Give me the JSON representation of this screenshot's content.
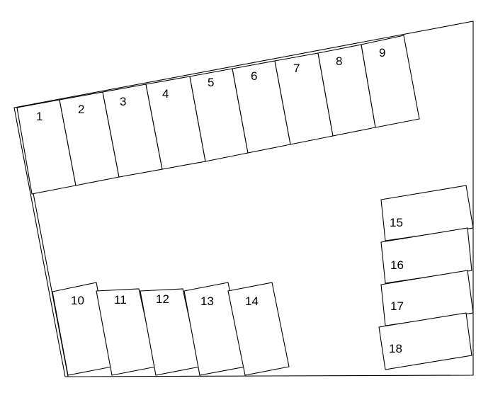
{
  "diagram": {
    "stalls": [
      {
        "id": "1"
      },
      {
        "id": "2"
      },
      {
        "id": "3"
      },
      {
        "id": "4"
      },
      {
        "id": "5"
      },
      {
        "id": "6"
      },
      {
        "id": "7"
      },
      {
        "id": "8"
      },
      {
        "id": "9"
      },
      {
        "id": "10"
      },
      {
        "id": "11"
      },
      {
        "id": "12"
      },
      {
        "id": "13"
      },
      {
        "id": "14"
      },
      {
        "id": "15"
      },
      {
        "id": "16"
      },
      {
        "id": "17"
      },
      {
        "id": "18"
      }
    ]
  }
}
